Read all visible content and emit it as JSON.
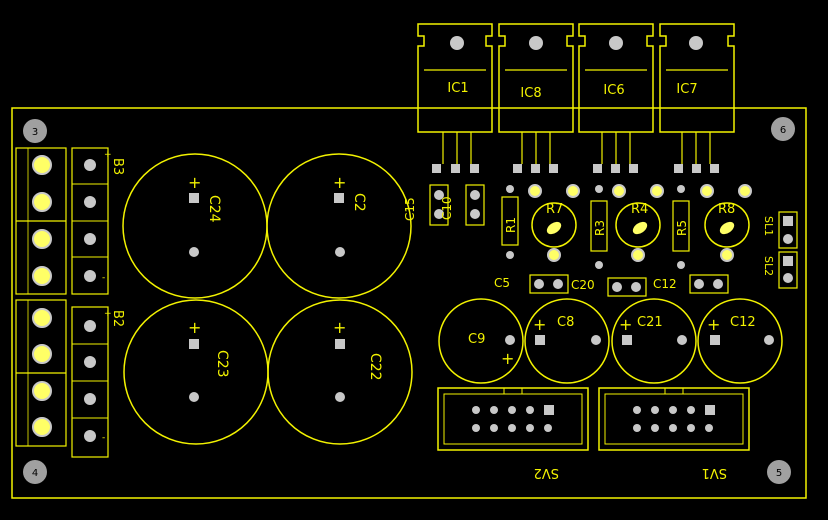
{
  "colors": {
    "background": "#000000",
    "silkscreen": "#f2f200",
    "pad": "#c8c8c8",
    "pad_highlight": "#ffff66",
    "mount_hole": "#a0a0a0"
  },
  "mount_holes": [
    "3",
    "6",
    "4",
    "5"
  ],
  "ics": [
    "IC1",
    "IC8",
    "IC6",
    "IC7"
  ],
  "big_caps": [
    "C24",
    "C2",
    "C23",
    "C22"
  ],
  "small_caps": [
    "C9",
    "C8",
    "C21",
    "C12"
  ],
  "film_caps": [
    "C15",
    "C10",
    "C5",
    "C20",
    "C12"
  ],
  "resistors": [
    "R1",
    "R3",
    "R5"
  ],
  "trimmers": [
    "R7",
    "R4",
    "R8"
  ],
  "connectors": {
    "b3": "B3",
    "b2": "B2",
    "sl1": "SL1",
    "sl2": "SL2",
    "sv2": "SV2",
    "sv1": "SV1"
  },
  "polarity": {
    "plus": "+",
    "minus": "-"
  }
}
